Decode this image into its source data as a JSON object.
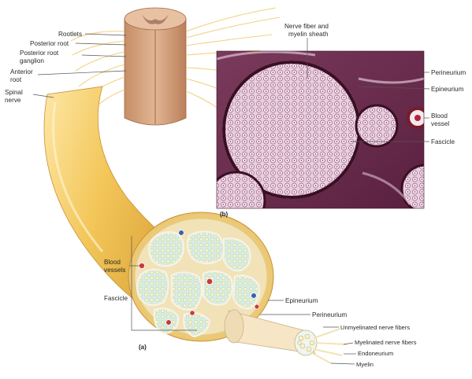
{
  "colors": {
    "nerve_outer": "#f3c75a",
    "nerve_dark": "#d9a136",
    "nerve_light": "#fde7a6",
    "spinal_cord": "#d7a37d",
    "spinal_cord_dark": "#b9805a",
    "fascicle_fill": "#d9efe9",
    "fascicle_border": "#f6f1e6",
    "perineurium": "#e9dcc0",
    "blood_red": "#c93a3a",
    "blood_blue": "#3a5fb0",
    "micro_bg": "#b98aa5",
    "micro_dark": "#4a1a32",
    "micro_light": "#f0dcea"
  },
  "labels": {
    "rootlets": "Rootlets",
    "posterior_root": "Posterior root",
    "posterior_root_ganglion_1": "Posterior root",
    "posterior_root_ganglion_2": "ganglion",
    "anterior_root_1": "Anterior",
    "anterior_root_2": "root",
    "spinal_nerve_1": "Spinal",
    "spinal_nerve_2": "nerve",
    "blood_vessels_1": "Blood",
    "blood_vessels_2": "vessels",
    "fascicle_a": "Fascicle",
    "epineurium_a": "Epineurium",
    "perineurium_a": "Perineurium",
    "unmyelinated": "Unmyelinated nerve fibers",
    "myelinated": "Myelinated nerve fibers",
    "endoneurium": "Endoneurium",
    "myelin": "Myelin",
    "panel_a": "(a)",
    "nerve_fiber_1": "Nerve fiber and",
    "nerve_fiber_2": "myelin sheath",
    "perineurium_b": "Perineurium",
    "epineurium_b": "Epineurium",
    "blood_vessel_b_1": "Blood",
    "blood_vessel_b_2": "vessel",
    "fascicle_b": "Fascicle",
    "panel_b": "(b)"
  }
}
